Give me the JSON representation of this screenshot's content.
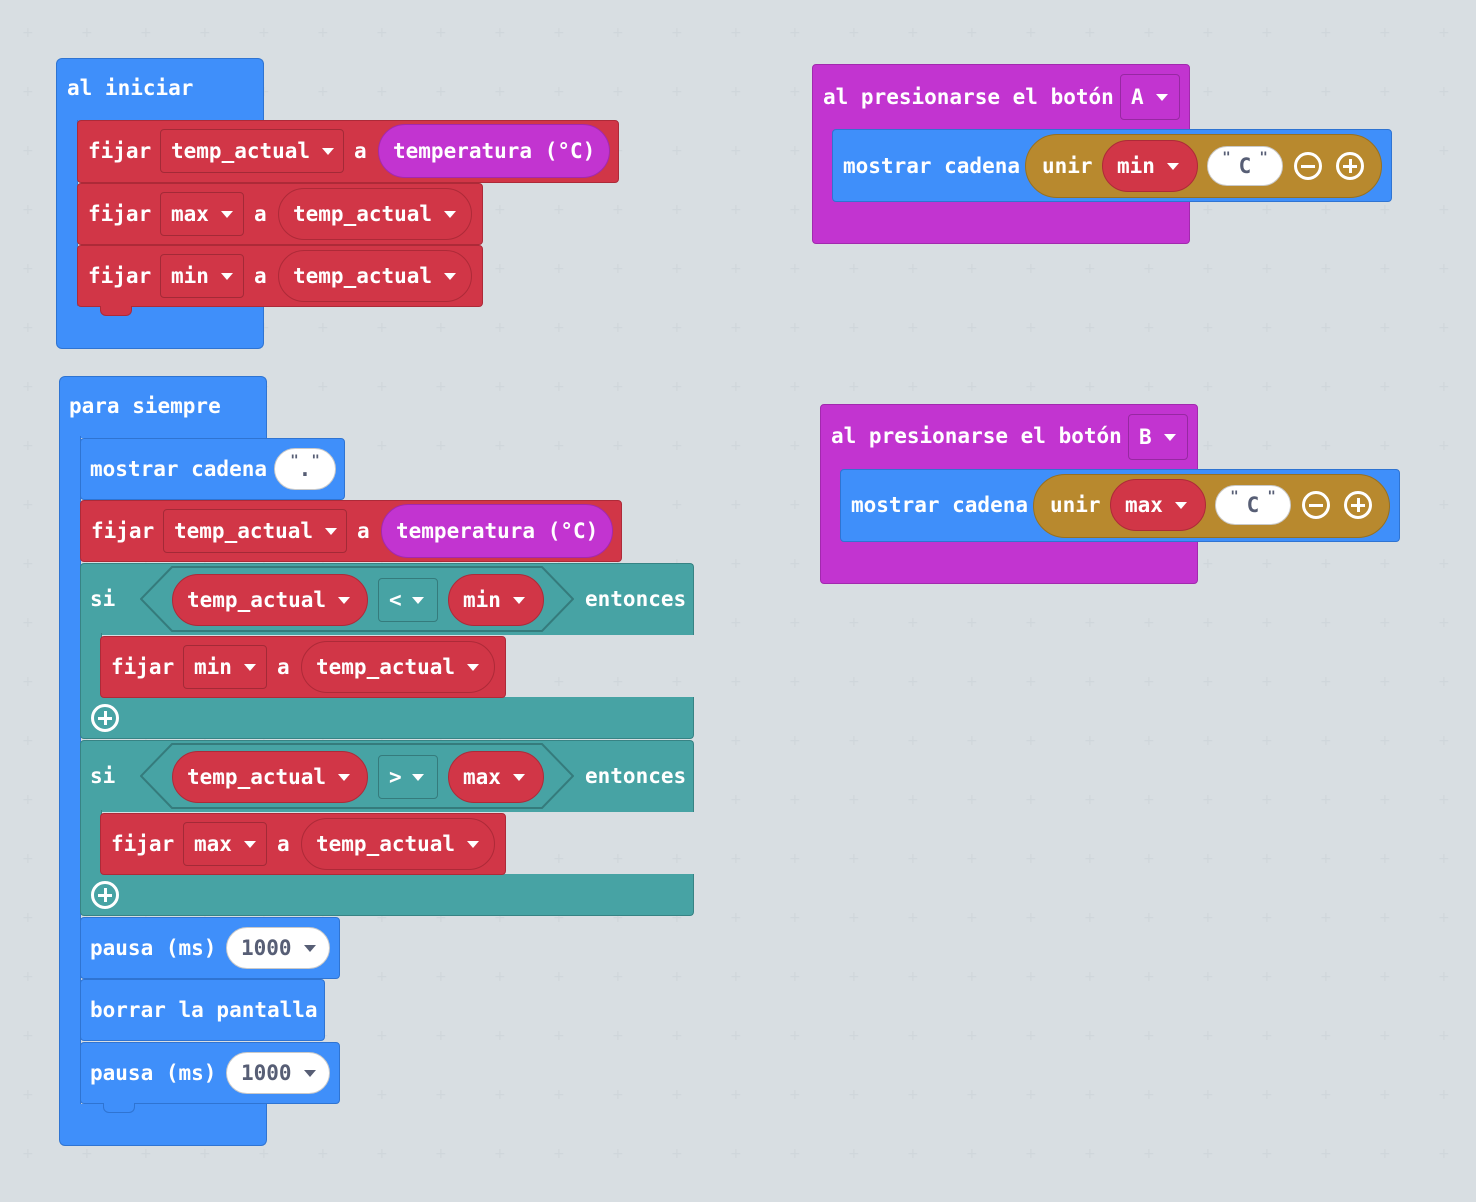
{
  "on_start": {
    "hat_label": "al iniciar",
    "rows": [
      {
        "keyword": "fijar",
        "variable": "temp_actual",
        "to": "a",
        "value": "temperatura (°C)"
      },
      {
        "keyword": "fijar",
        "variable": "max",
        "to": "a",
        "value": "temp_actual"
      },
      {
        "keyword": "fijar",
        "variable": "min",
        "to": "a",
        "value": "temp_actual"
      }
    ]
  },
  "forever": {
    "hat_label": "para siempre",
    "show_string": {
      "label": "mostrar cadena",
      "value": "."
    },
    "set_temp": {
      "keyword": "fijar",
      "variable": "temp_actual",
      "to": "a",
      "value": "temperatura (°C)"
    },
    "if_min": {
      "if_label": "si",
      "left": "temp_actual",
      "operator": "<",
      "right": "min",
      "then_label": "entonces",
      "body": {
        "keyword": "fijar",
        "variable": "min",
        "to": "a",
        "value": "temp_actual"
      }
    },
    "if_max": {
      "if_label": "si",
      "left": "temp_actual",
      "operator": ">",
      "right": "max",
      "then_label": "entonces",
      "body": {
        "keyword": "fijar",
        "variable": "max",
        "to": "a",
        "value": "temp_actual"
      }
    },
    "pause1": {
      "label": "pausa (ms)",
      "value": "1000"
    },
    "clear": {
      "label": "borrar la pantalla"
    },
    "pause2": {
      "label": "pausa (ms)",
      "value": "1000"
    }
  },
  "button_a": {
    "hat_label": "al presionarse el botón",
    "button": "A",
    "show_label": "mostrar cadena",
    "join_label": "unir",
    "variable": "min",
    "suffix": "C"
  },
  "button_b": {
    "hat_label": "al presionarse el botón",
    "button": "B",
    "show_label": "mostrar cadena",
    "join_label": "unir",
    "variable": "max",
    "suffix": "C"
  },
  "colors": {
    "background": "#ecf0f1",
    "basic": "#3f8ffa",
    "input": "#c234d0",
    "variables": "#d13647",
    "logic": "#47a3a4",
    "text": "#b8892e"
  }
}
